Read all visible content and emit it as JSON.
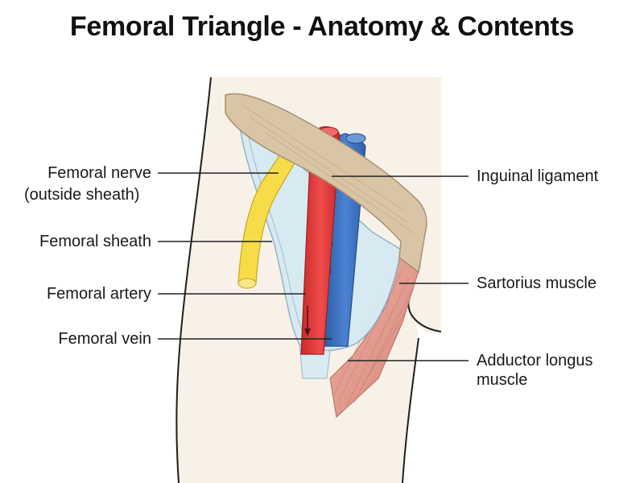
{
  "title": "Femoral Triangle - Anatomy & Contents",
  "labels": {
    "femoral_nerve": {
      "line1": "Femoral nerve",
      "line2": "(outside sheath)"
    },
    "femoral_sheath": "Femoral sheath",
    "femoral_artery": "Femoral artery",
    "femoral_vein": "Femoral vein",
    "inguinal_ligament": "Inguinal ligament",
    "sartorius_muscle": "Sartorius muscle",
    "adductor_longus": {
      "line1": "Adductor longus",
      "line2": "muscle"
    }
  },
  "colors": {
    "skin": "#f7f1e8",
    "ligament": "#d9c4a6",
    "sheath": "#d6eaf3",
    "nerve": "#f7dc4a",
    "artery": "#e23b3b",
    "vein": "#3f74c4",
    "muscle": "#e29a8c",
    "leader": "#222222"
  }
}
